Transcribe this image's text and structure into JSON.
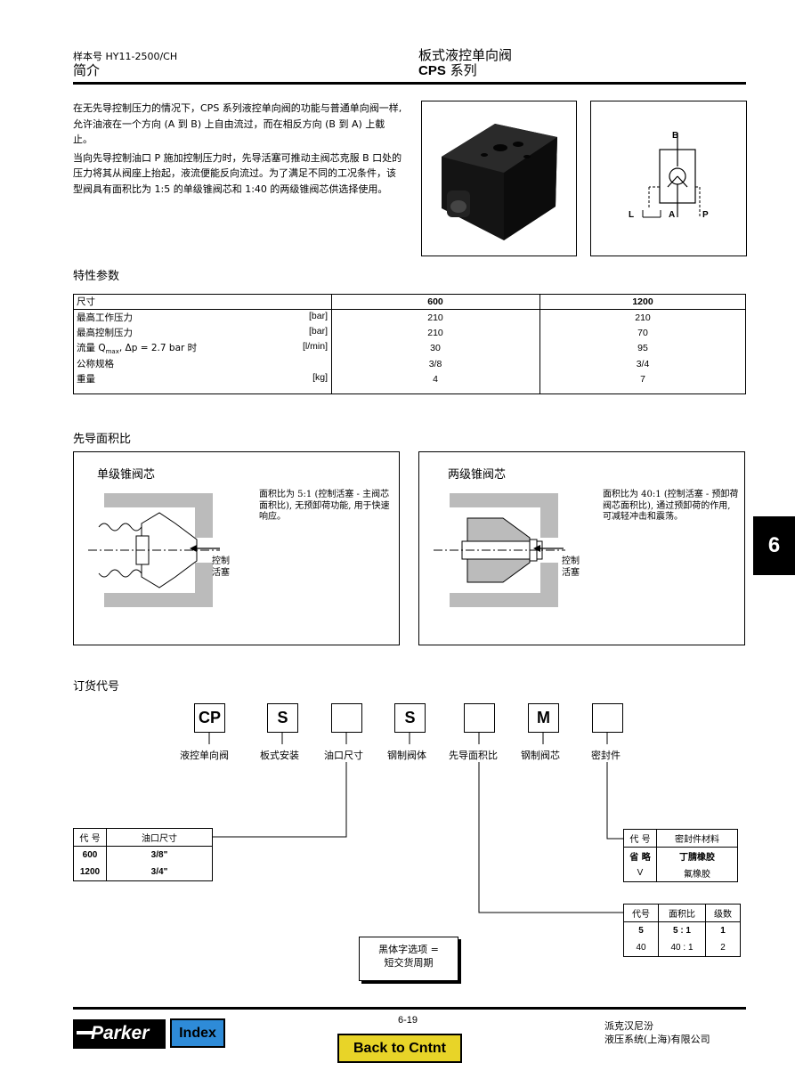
{
  "header": {
    "catalog_no": "样本号 HY11-2500/CH",
    "section": "简介",
    "product": "板式液控单向阀",
    "series_name": "CPS",
    "series_suffix": "系列"
  },
  "intro": {
    "p1": "在无先导控制压力的情况下，CPS 系列液控单向阀的功能与普通单向阀一样,允许油液在一个方向 (A 到 B) 上自由流过，而在相反方向 (B 到 A) 上截止。",
    "p2": "当向先导控制油口 P 施加控制压力时，先导活塞可推动主阀芯克服 B 口处的压力将其从阀座上抬起，液流便能反向流过。为了满足不同的工况条件，该型阀具有面积比为 1:5 的单级锥阀芯和 1:40 的两级锥阀芯供选择使用。"
  },
  "symbol": {
    "b": "B",
    "l": "L",
    "a": "A",
    "p": "P"
  },
  "specs": {
    "title": "特性参数",
    "col0": "尺寸",
    "col1": "600",
    "col2": "1200",
    "rows": [
      {
        "label": "最高工作压力",
        "unit": "[bar]",
        "v600": "210",
        "v1200": "210"
      },
      {
        "label": "最高控制压力",
        "unit": "[bar]",
        "v600": "210",
        "v1200": "70"
      },
      {
        "label_a": "流量 Q",
        "label_sub": "max",
        "label_b": ", Δp = 2.7 bar 时",
        "unit": "[l/min]",
        "v600": "30",
        "v1200": "95"
      },
      {
        "label": "公称规格",
        "unit": "",
        "v600": "3/8",
        "v1200": "3/4"
      },
      {
        "label": "重量",
        "unit": "[kg]",
        "v600": "4",
        "v1200": "7"
      }
    ]
  },
  "pilot": {
    "title": "先导面积比",
    "single": {
      "title": "单级锥阀芯",
      "desc": "面积比为 5:1 (控制活塞 - 主阀芯面积比), 无预卸荷功能, 用于快速响应。",
      "piston_1": "控制",
      "piston_2": "活塞"
    },
    "double": {
      "title": "两级锥阀芯",
      "desc": "面积比为 40:1 (控制活塞 - 预卸荷阀芯面积比), 通过预卸荷的作用, 可减轻冲击和震荡。",
      "piston_1": "控制",
      "piston_2": "活塞"
    }
  },
  "ordering": {
    "title": "订货代号",
    "boxes": [
      {
        "code": "CP",
        "label": "液控单向阀"
      },
      {
        "code": "S",
        "label": "板式安装"
      },
      {
        "code": "",
        "label": "油口尺寸"
      },
      {
        "code": "S",
        "label": "钢制阀体"
      },
      {
        "code": "",
        "label": "先导面积比"
      },
      {
        "code": "M",
        "label": "钢制阀芯"
      },
      {
        "code": "",
        "label": "密封件"
      }
    ],
    "port_table": {
      "h1": "代 号",
      "h2": "油口尺寸",
      "rows": [
        [
          "600",
          "3/8\""
        ],
        [
          "1200",
          "3/4\""
        ]
      ]
    },
    "seal_table": {
      "h1": "代 号",
      "h2": "密封件材料",
      "rows": [
        [
          "省 略",
          "丁腈橡胶"
        ],
        [
          "V",
          "氟橡胶"
        ]
      ]
    },
    "ratio_table": {
      "h1": "代号",
      "h2": "面积比",
      "h3": "级数",
      "rows": [
        [
          "5",
          "5 : 1",
          "1"
        ],
        [
          "40",
          "40 : 1",
          "2"
        ]
      ]
    },
    "note_1": "黑体字选项 =",
    "note_2": "短交货周期"
  },
  "side_tab": "6",
  "footer": {
    "logo": "Parker",
    "index_button": "Index",
    "page": "6-19",
    "back_button": "Back to Cntnt",
    "company_1": "派克汉尼汾",
    "company_2": "液压系统(上海)有限公司"
  },
  "colors": {
    "index_bg": "#2e8bd8",
    "back_bg": "#e8d428",
    "tab_bg": "#000000"
  }
}
